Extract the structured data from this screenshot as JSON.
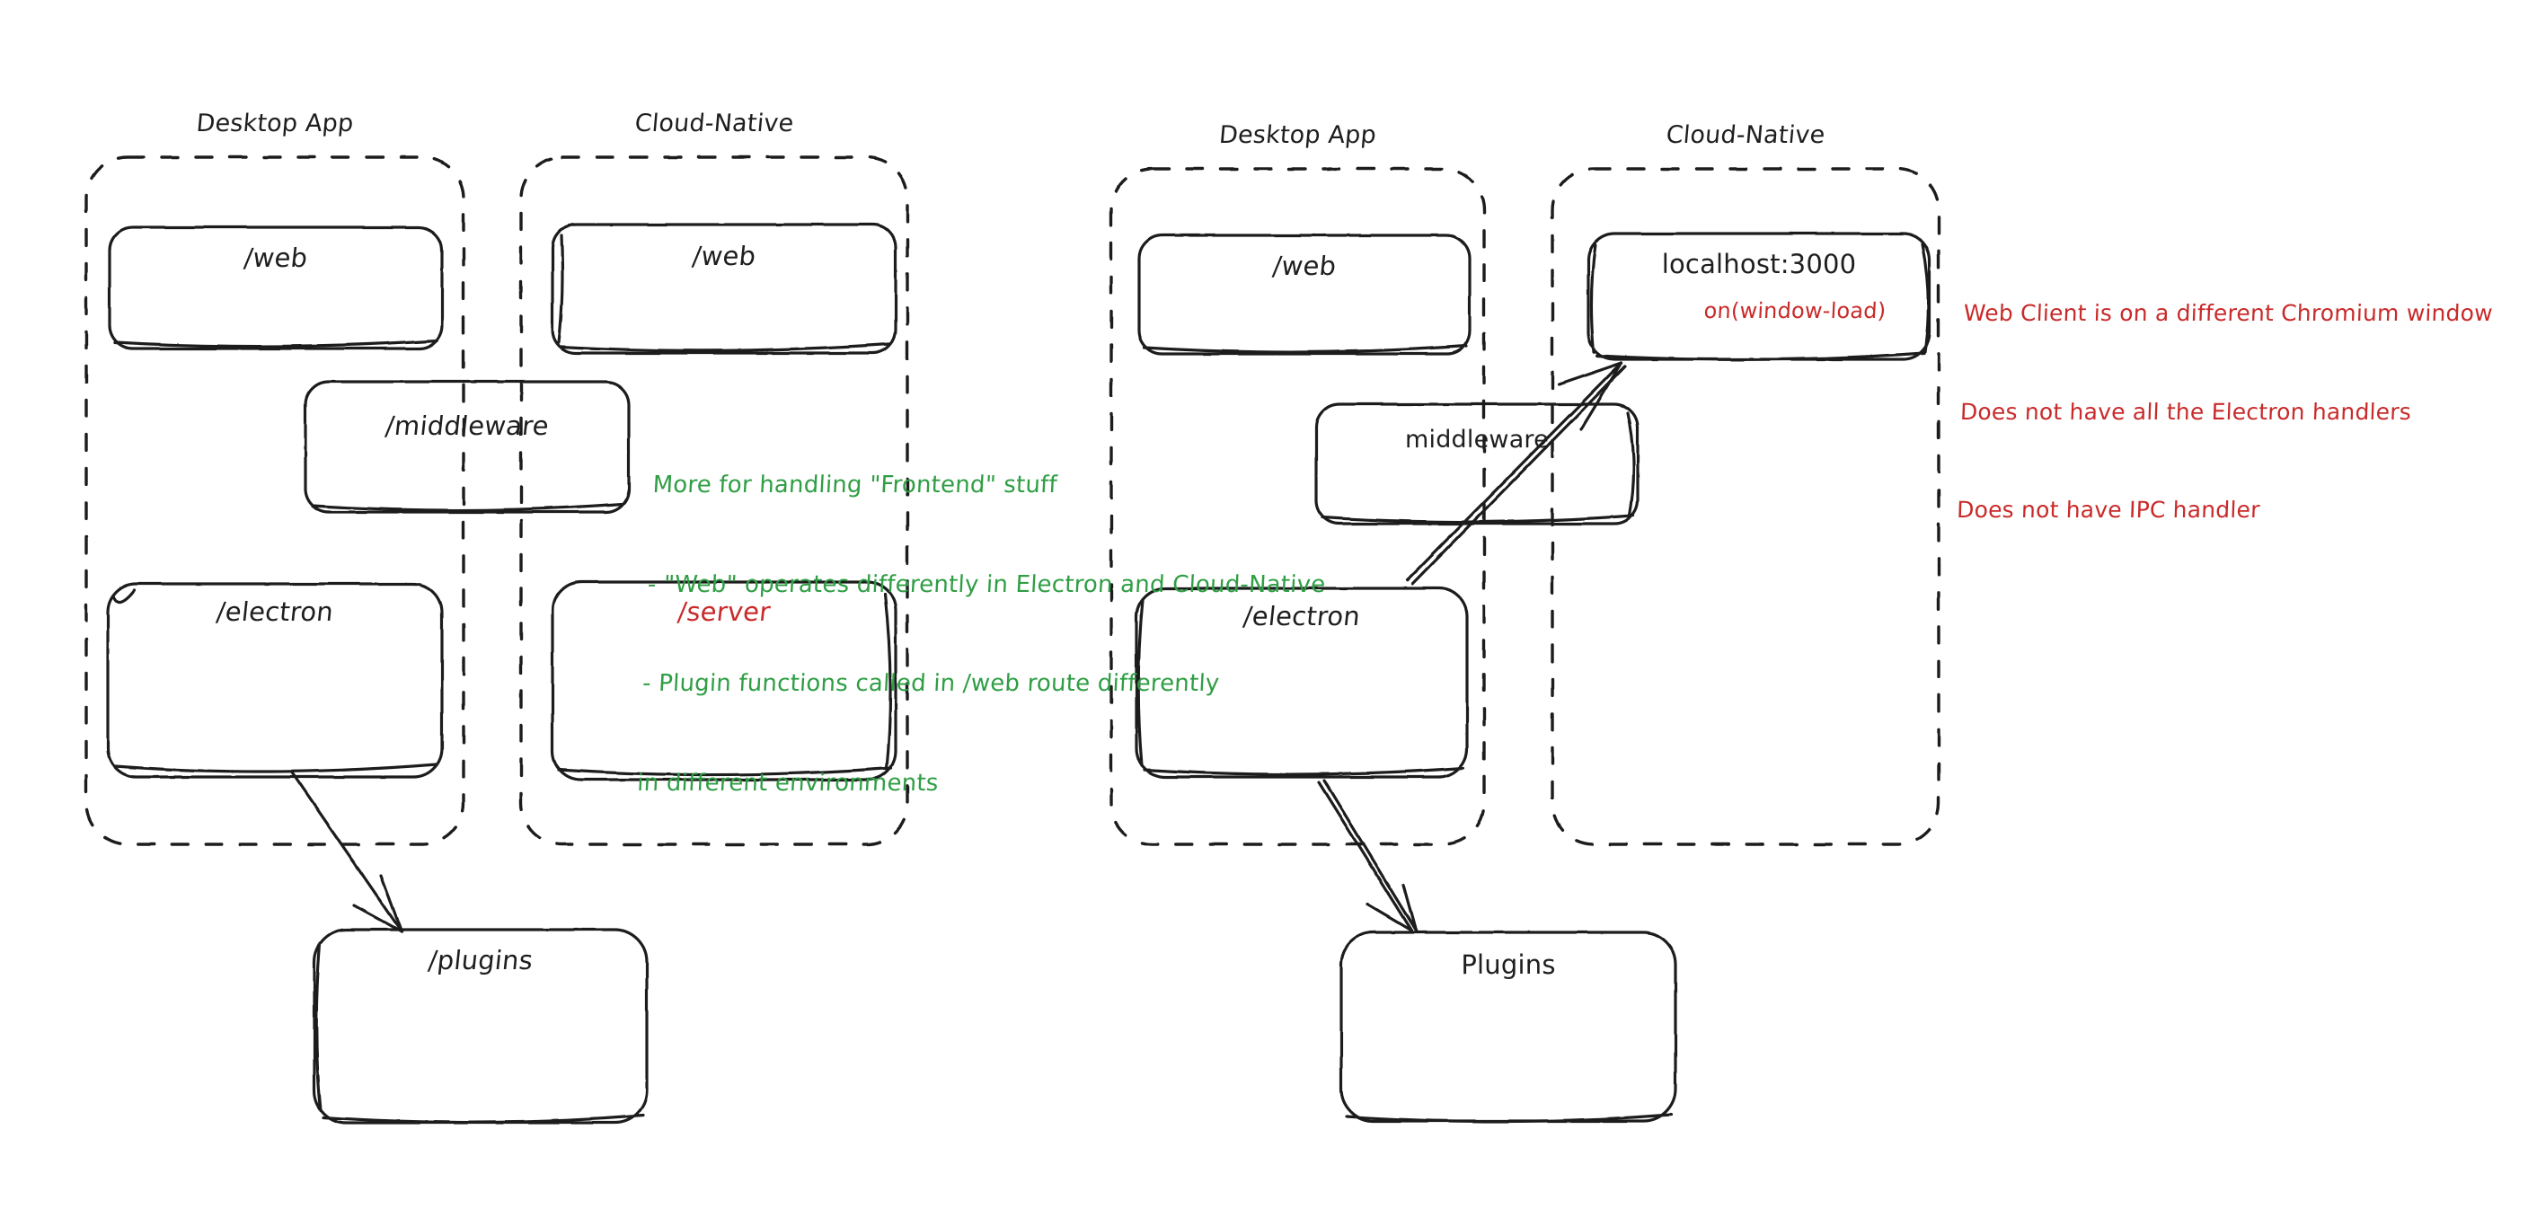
{
  "meta": {
    "title": "Electron vs Cloud-Native architecture sketch",
    "style": "hand-drawn whiteboard (Excalidraw)",
    "background": "#ffffff"
  },
  "colors": {
    "ink": "#1e1e1e",
    "green_note": "#2f9e44",
    "red_note": "#c92a2a",
    "dashed_border": "#1e1e1e"
  },
  "panels": [
    {
      "id": "left-diagram",
      "groups": [
        {
          "id": "left-desktop",
          "label": "Desktop App"
        },
        {
          "id": "left-cloud",
          "label": "Cloud-Native"
        }
      ],
      "boxes": [
        {
          "id": "left-desktop-web",
          "label": "/web",
          "color": "ink"
        },
        {
          "id": "left-cloud-web",
          "label": "/web",
          "color": "ink"
        },
        {
          "id": "left-middleware",
          "label": "/middleware",
          "color": "ink",
          "spans_groups": true
        },
        {
          "id": "left-electron",
          "label": "/electron",
          "color": "ink"
        },
        {
          "id": "left-server",
          "label": "/server",
          "color": "red"
        },
        {
          "id": "left-plugins",
          "label": "/plugins",
          "color": "ink"
        }
      ],
      "arrows": [
        {
          "id": "left-electron-to-plugins",
          "from": "left-electron",
          "to": "left-plugins"
        }
      ]
    },
    {
      "id": "right-diagram",
      "groups": [
        {
          "id": "right-desktop",
          "label": "Desktop App"
        },
        {
          "id": "right-cloud",
          "label": "Cloud-Native"
        }
      ],
      "boxes": [
        {
          "id": "right-desktop-web",
          "label": "/web",
          "color": "ink"
        },
        {
          "id": "right-localhost",
          "label": "localhost:3000",
          "sub_label": "on(window-load)",
          "color": "ink",
          "sub_color": "red"
        },
        {
          "id": "right-middleware",
          "label": "middleware",
          "color": "ink",
          "spans_groups": true
        },
        {
          "id": "right-electron",
          "label": "/electron",
          "color": "ink"
        },
        {
          "id": "right-plugins",
          "label": "Plugins",
          "color": "ink"
        }
      ],
      "arrows": [
        {
          "id": "right-electron-to-localhost",
          "from": "right-electron",
          "to": "right-localhost"
        },
        {
          "id": "right-electron-to-plugins",
          "from": "right-electron",
          "to": "right-plugins"
        }
      ]
    }
  ],
  "notes": {
    "green": {
      "id": "frontend-note",
      "color": "#2f9e44",
      "lines": [
        "More for handling \"Frontend\" stuff",
        "- \"Web\" operates differently in Electron and Cloud-Native",
        "- Plugin functions called in /web route differently",
        "in different environments"
      ]
    },
    "red": {
      "id": "web-client-note",
      "color": "#c92a2a",
      "lines": [
        "Web Client is on a different Chromium window",
        "Does not have all the Electron handlers",
        "Does not have IPC handler"
      ]
    }
  }
}
